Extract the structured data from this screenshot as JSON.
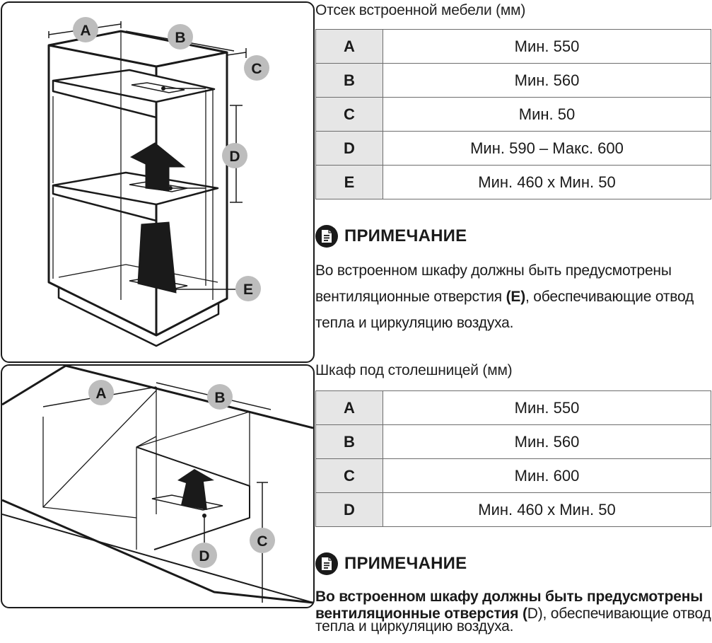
{
  "section1": {
    "title": "Отсек встроенной мебели (мм)",
    "rows": [
      {
        "key": "A",
        "value": "Мин. 550"
      },
      {
        "key": "B",
        "value": "Мин. 560"
      },
      {
        "key": "C",
        "value": "Мин. 50"
      },
      {
        "key": "D",
        "value": "Мин. 590 – Макс. 600"
      },
      {
        "key": "E",
        "value": "Мин. 460 x Мин. 50"
      }
    ],
    "note_title": "ПРИМЕЧАНИЕ",
    "note_line1": "Во встроенном шкафу должны быть предусмотрены",
    "note_line2_pre": "вентиляционные отверстия ",
    "note_line2_bold": "(E)",
    "note_line2_post": ", обеспечивающие отвод",
    "note_line3": "тепла и циркуляцию воздуха."
  },
  "section2": {
    "title": "Шкаф под столешницей (мм)",
    "rows": [
      {
        "key": "A",
        "value": "Мин. 550"
      },
      {
        "key": "B",
        "value": "Мин. 560"
      },
      {
        "key": "C",
        "value": "Мин. 600"
      },
      {
        "key": "D",
        "value": "Мин. 460 x Мин. 50"
      }
    ],
    "note_title": "ПРИМЕЧАНИЕ",
    "note_line1": "Во встроенном шкафу должны быть предусмотрены",
    "note_line2_bold": "вентиляционные отверстия (",
    "note_line2_post": "D), обеспечивающие отвод",
    "note_line3": "тепла и циркуляцию воздуха."
  },
  "diagram1": {
    "labels": {
      "a": "A",
      "b": "B",
      "c": "C",
      "d": "D",
      "e": "E"
    }
  },
  "diagram2": {
    "labels": {
      "a": "A",
      "b": "B",
      "c": "C",
      "d": "D"
    }
  },
  "icons": {
    "note": "note-document-icon"
  }
}
